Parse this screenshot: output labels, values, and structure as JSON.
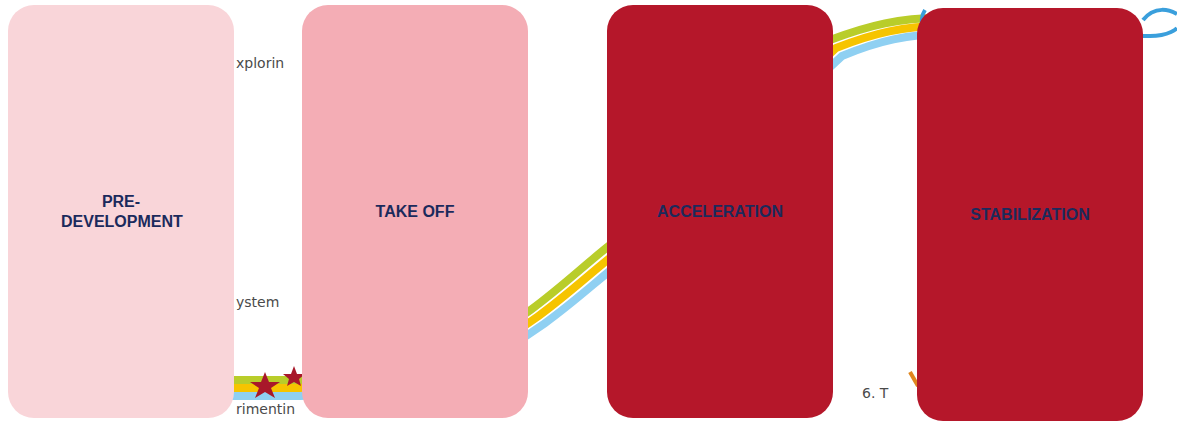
{
  "diagram": {
    "nodes": [
      {
        "text": [
          "PRE- DEVELOPMENT"
        ]
      },
      {
        "text": [
          "TAKE OFF"
        ]
      },
      {
        "text": [
          "ACCELERATION"
        ]
      },
      {
        "text": [
          "STABILIZATION"
        ]
      }
    ],
    "labels": [
      "xplorin",
      "ystem",
      "rimentin",
      "6. T"
    ]
  }
}
